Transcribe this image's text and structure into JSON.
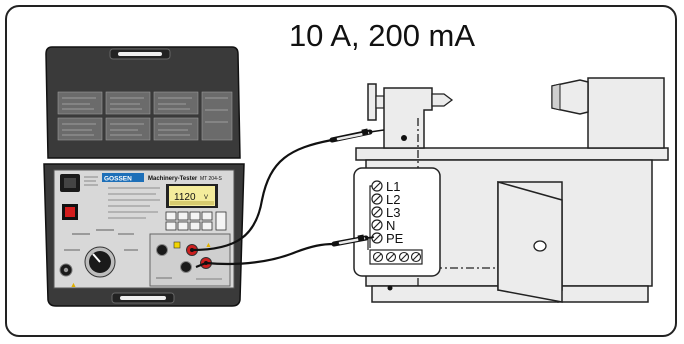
{
  "title": "10 A, 200 mA",
  "device": {
    "brand": "GOSSEN",
    "model": "Machinery-Tester",
    "model_code": "MT 204-S",
    "display_value": "1120",
    "display_unit": "V"
  },
  "terminals": {
    "labels": [
      "L1",
      "L2",
      "L3",
      "N",
      "PE"
    ]
  },
  "colors": {
    "case_dark": "#3a3a3a",
    "panel_grey": "#d8d8d8",
    "display_yellow": "#f4ec9c",
    "terminal_red": "#cc1f1f",
    "machine_fill": "#ececec",
    "line": "#222222"
  },
  "icons": [
    "measurement-device",
    "lathe-machine",
    "terminal-block",
    "test-probe"
  ]
}
